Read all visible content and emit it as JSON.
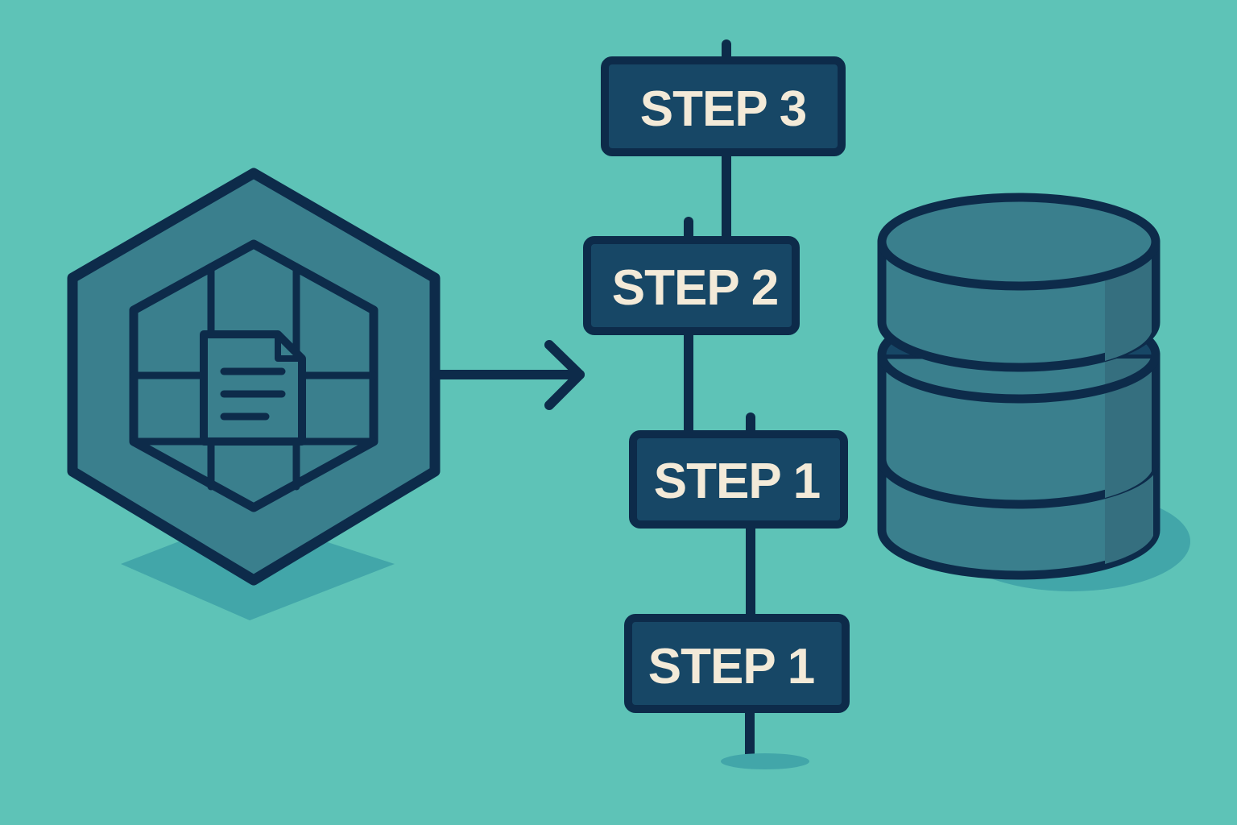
{
  "colors": {
    "background": "#5ec3b7",
    "outline": "#0d2b4a",
    "fill_main": "#3a7f8d",
    "fill_dark": "#174766",
    "fill_side": "#356f7f",
    "shadow": "#42a6a9",
    "step_box": "#174766",
    "step_text": "#f3ead8"
  },
  "icons": {
    "source": "hexagon-grid-document-icon",
    "flow": "arrow-right-icon",
    "target": "database-cylinder-icon"
  },
  "steps": [
    {
      "label": "STEP 3"
    },
    {
      "label": "STEP 2"
    },
    {
      "label": "STEP 1"
    },
    {
      "label": "STEP 1"
    }
  ]
}
